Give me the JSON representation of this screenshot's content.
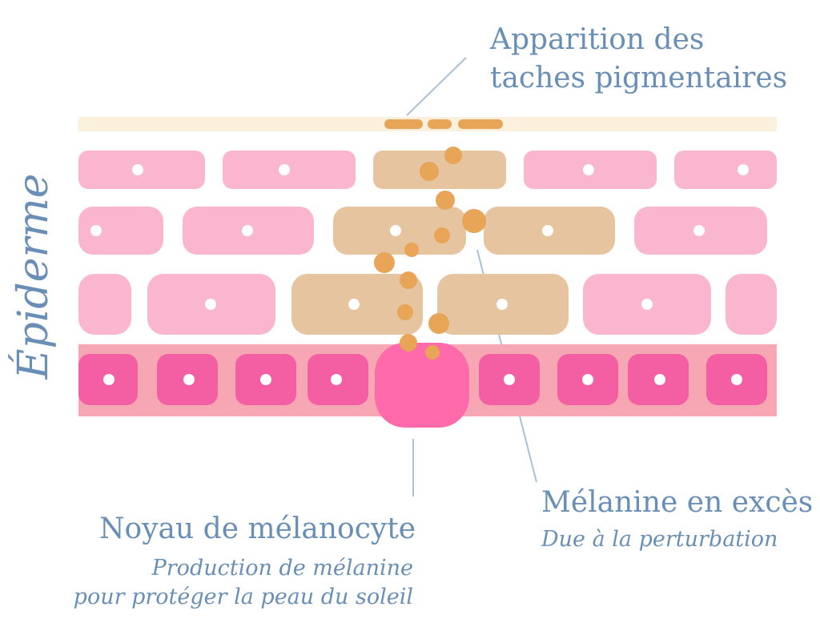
{
  "side_label": "Épiderme",
  "labels": {
    "spots_line1": "Apparition des",
    "spots_line2": "taches pigmentaires",
    "melanin_title": "Mélanine en excès",
    "melanin_sub": "Due à la perturbation",
    "nucleus_title": "Noyau de mélanocyte",
    "nucleus_sub1": "Production de mélanine",
    "nucleus_sub2": "pour protéger la peau du soleil"
  },
  "colors": {
    "label_blue": "#6a8fb6",
    "pale_layer": "#fbf0dc",
    "light_cell": "#fbb6cf",
    "tan_cell": "#e6c49f",
    "base_band": "#f7a7b4",
    "dark_cell": "#f35fa2",
    "melanocyte": "#fe6aaa",
    "melanin_dot": "#e8a457",
    "nucleus_dot": "#ffffff"
  }
}
